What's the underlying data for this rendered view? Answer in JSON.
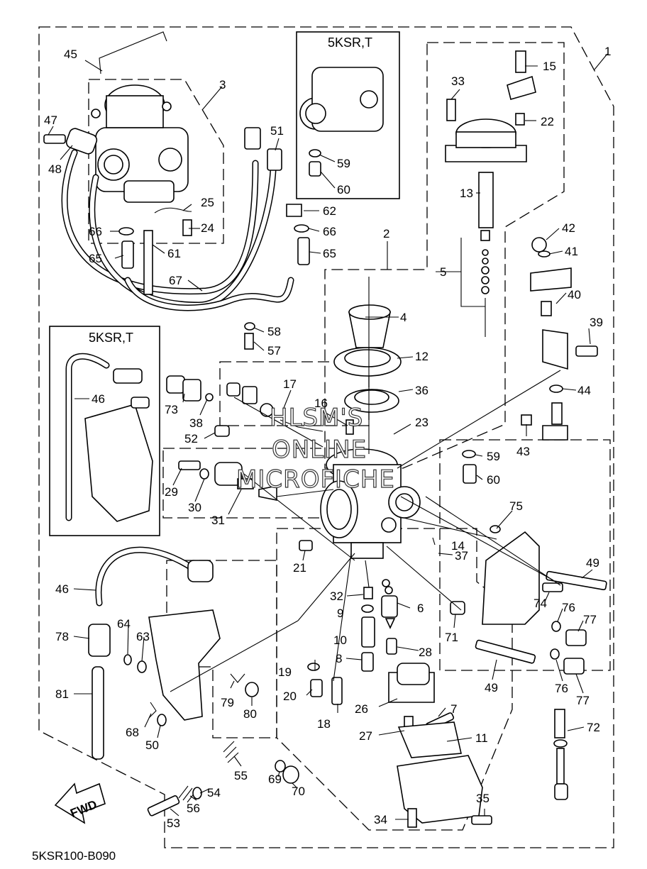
{
  "diagram": {
    "code": "5KSR100-B090",
    "fwd_label": "FWD",
    "watermark": [
      "HLSM'S",
      "ONLINE",
      "MICROFICHE"
    ],
    "insets": [
      {
        "id": "inset-top",
        "label": "5KSR,T"
      },
      {
        "id": "inset-left",
        "label": "5KSR,T"
      }
    ],
    "callouts": [
      "1",
      "2",
      "3",
      "4",
      "5",
      "6",
      "7",
      "8",
      "9",
      "10",
      "11",
      "12",
      "13",
      "14",
      "15",
      "16",
      "17",
      "18",
      "19",
      "20",
      "21",
      "22",
      "23",
      "24",
      "25",
      "26",
      "27",
      "28",
      "29",
      "30",
      "31",
      "32",
      "33",
      "34",
      "35",
      "36",
      "37",
      "38",
      "39",
      "40",
      "41",
      "42",
      "43",
      "44",
      "45",
      "46",
      "46",
      "47",
      "48",
      "49",
      "49",
      "50",
      "51",
      "52",
      "53",
      "54",
      "55",
      "56",
      "57",
      "58",
      "59",
      "59",
      "60",
      "60",
      "61",
      "62",
      "63",
      "64",
      "65",
      "65",
      "66",
      "66",
      "67",
      "68",
      "69",
      "70",
      "71",
      "72",
      "73",
      "74",
      "75",
      "76",
      "76",
      "77",
      "77",
      "78",
      "79",
      "80",
      "81"
    ]
  }
}
